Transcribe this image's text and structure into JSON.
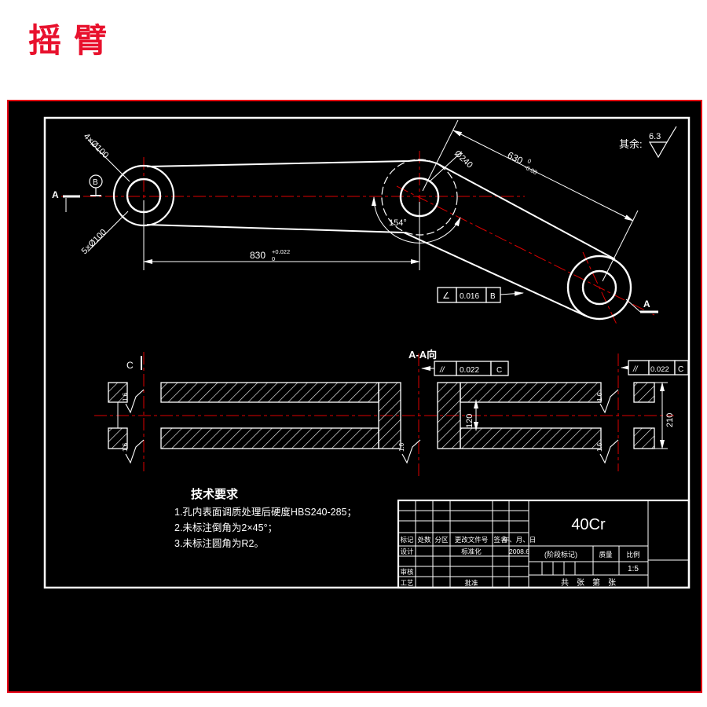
{
  "page": {
    "title": "摇臂"
  },
  "meta": {
    "colors": {
      "accent_red": "#e60012",
      "centerline_red": "#dd0000",
      "line_white": "#ffffff",
      "bg_black": "#000000"
    }
  },
  "drawing": {
    "surface_note": {
      "prefix": "其余:",
      "value": "6.3"
    },
    "top": {
      "label_holes_upper": "4×Ø100",
      "label_holes_lower": "5×Ø100",
      "label_boss": "Ø240",
      "label_angle": "154°",
      "datum_b": "B",
      "section_label": "A",
      "dim830": {
        "value": "830",
        "tol_upper": "+0.022",
        "tol_lower": "0"
      },
      "dim630": {
        "value": "630",
        "tol_upper": "0",
        "tol_lower": "-0.08"
      },
      "fcf": {
        "sym": "∠",
        "val": "0.016",
        "datum": "B"
      }
    },
    "sec": {
      "label": "A-A向",
      "datum_c": "C",
      "fcf1": {
        "sym": "//",
        "val": "0.022",
        "datum": "C"
      },
      "fcf2": {
        "sym": "//",
        "val": "0.022",
        "datum": "C"
      },
      "dim120": "120",
      "dim210": "210",
      "roughness": "1.6"
    },
    "tech": {
      "title": "技术要求",
      "items": [
        "1.孔内表面调质处理后硬度HBS240-285；",
        "2.未标注倒角为2×45°；",
        "3.未标注圆角为R2。"
      ]
    },
    "tb": {
      "material": "40Cr",
      "rev_headers": [
        "标记",
        "处数",
        "分区",
        "更改文件号",
        "签名",
        "年、月、日"
      ],
      "row_design": "设计",
      "row_std": "标准化",
      "date": "2008.6",
      "row_check": "审核",
      "row_process": "工艺",
      "row_approve": "批准",
      "stage_label": "(阶段标记)",
      "mass_label": "质量",
      "scale_label": "比例",
      "scale_value": "1:5",
      "sheet_note": "共　张　第　张"
    }
  }
}
